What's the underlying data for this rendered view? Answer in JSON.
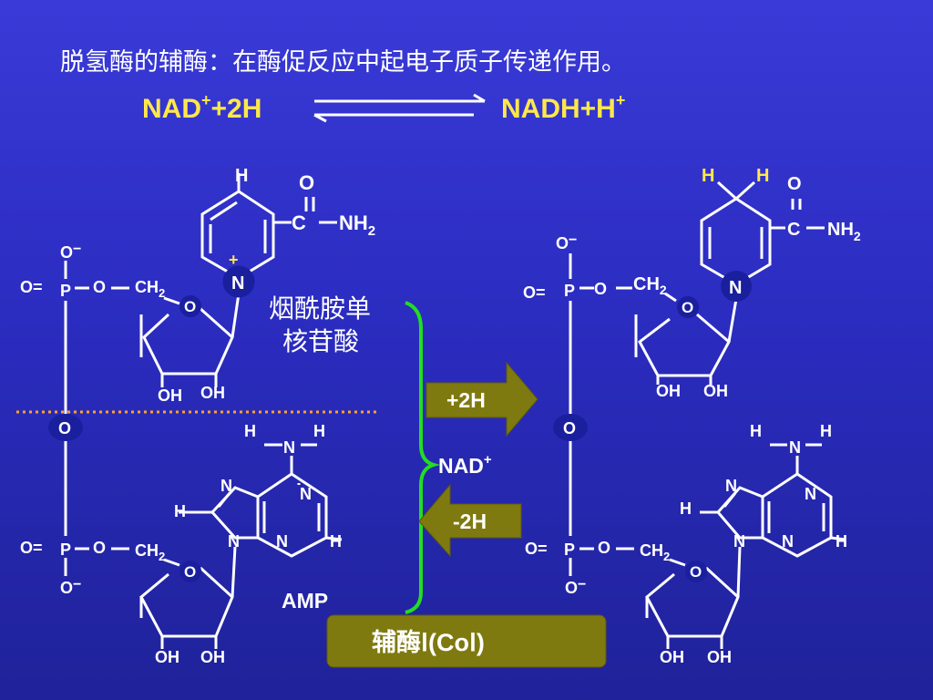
{
  "title": "脱氢酶的辅酶：在酶促反应中起电子质子传递作用。",
  "reaction": {
    "left": [
      "NAD",
      "+",
      "+2H"
    ],
    "right": [
      "NADH+H",
      "+"
    ]
  },
  "labels": {
    "nmn_line1": "烟酰胺单",
    "nmn_line2": "核苷酸",
    "amp": "AMP",
    "nad": [
      "NAD",
      "+"
    ],
    "plus2h": "+2H",
    "minus2h": "-2H",
    "coenzyme": [
      "辅酶Ⅰ",
      "(Co",
      "Ⅰ",
      ")"
    ]
  },
  "atoms": {
    "H": "H",
    "O": "O",
    "C": "C",
    "N": "N",
    "P": "P",
    "NH": "NH",
    "sub2": "2",
    "CH": "CH",
    "OH": "OH",
    "O_minus": "O",
    "minus": "−",
    "O_eq": "O=",
    "plus": "+"
  },
  "colors": {
    "background_top": "#3a3ad8",
    "background_bottom": "#1f2299",
    "yellow": "#ffe84a",
    "bond_white": "#ffffff",
    "circle_fill": "#1a1f9e",
    "green_brace": "#22dd22",
    "olive": "#7f7a10",
    "dotted_orange": "#ffa030"
  }
}
